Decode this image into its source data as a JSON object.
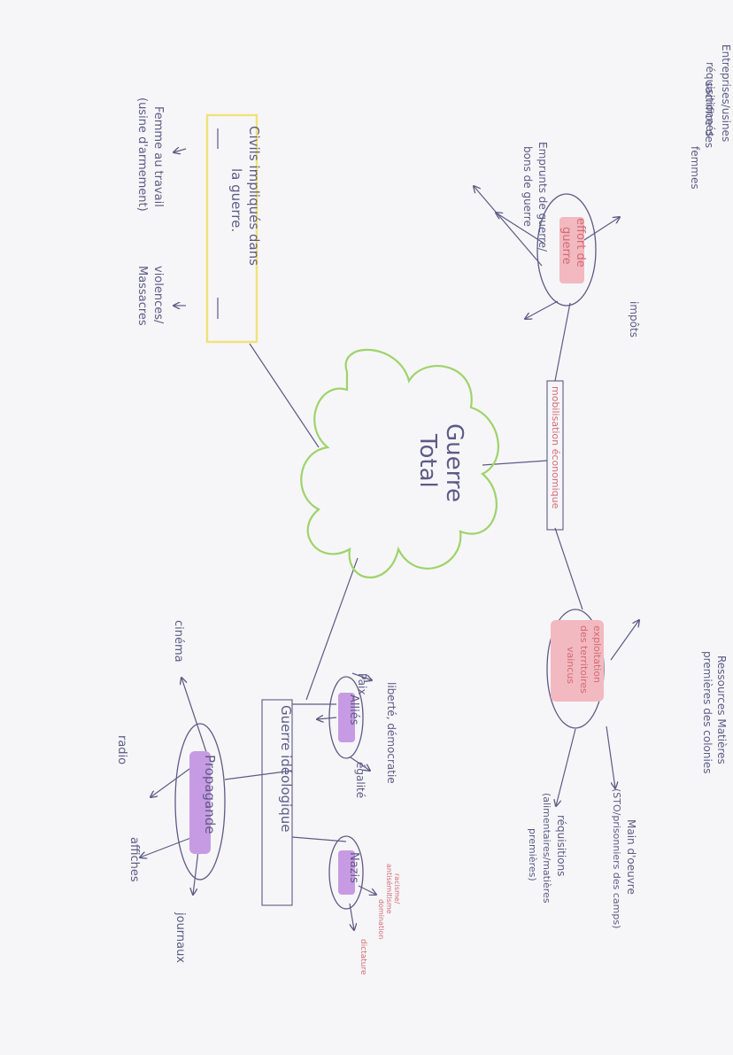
{
  "center": {
    "line1": "Guerre",
    "line2": "Total"
  },
  "branches": {
    "economic": {
      "label": "mobilisation économique",
      "effort": {
        "label_line1": "effort de",
        "label_line2": "guerre",
        "items": [
          {
            "line1": "sacrifice des",
            "line2": "femmes"
          },
          {
            "line1": "Entreprises/usines",
            "line2": "réquisitionnés"
          },
          {
            "line1": "Emprunts de guerre/",
            "line2": "bons de guerre"
          },
          {
            "line1": "impôts",
            "line2": ""
          }
        ]
      },
      "exploitation": {
        "label_line1": "exploitation",
        "label_line2": "des territoires",
        "label_line3": "vaincus",
        "items": [
          {
            "line1": "Ressources Matières",
            "line2": "premières des colonies"
          },
          {
            "line1": "Main d'oeuvre",
            "line2": "(STO/prisonniers des camps)"
          },
          {
            "line1": "réquisitions",
            "line2": "(alimentaires/matières",
            "line3": "premières)"
          }
        ]
      }
    },
    "civilians": {
      "label_line1": "Civils impliqués dans",
      "label_line2": "la guerre.",
      "items": [
        {
          "line1": "Femme au travail",
          "line2": "(usine d'armement)"
        },
        {
          "line1": "violences/",
          "line2": "Massacres"
        }
      ]
    },
    "ideological": {
      "label": "Guerre idéologique",
      "allies": {
        "label": "Alliés",
        "items": [
          "liberté, démocratie",
          "égalité",
          "Paix"
        ]
      },
      "nazis": {
        "label": "Nazis",
        "notes": [
          "racisme/",
          "antisémitisme",
          "domination",
          "dictature"
        ]
      },
      "propaganda": {
        "label": "Propagande",
        "items": [
          "cinéma",
          "radio",
          "affiches",
          "journaux"
        ]
      }
    }
  },
  "colors": {
    "ink": "#5e5a86",
    "cloud": "#9ed36a",
    "civil_box": "#f0e27a",
    "pink_highlight": "#f2b9c0",
    "purple_highlight": "#c79be3",
    "red_note": "#d46a73"
  }
}
